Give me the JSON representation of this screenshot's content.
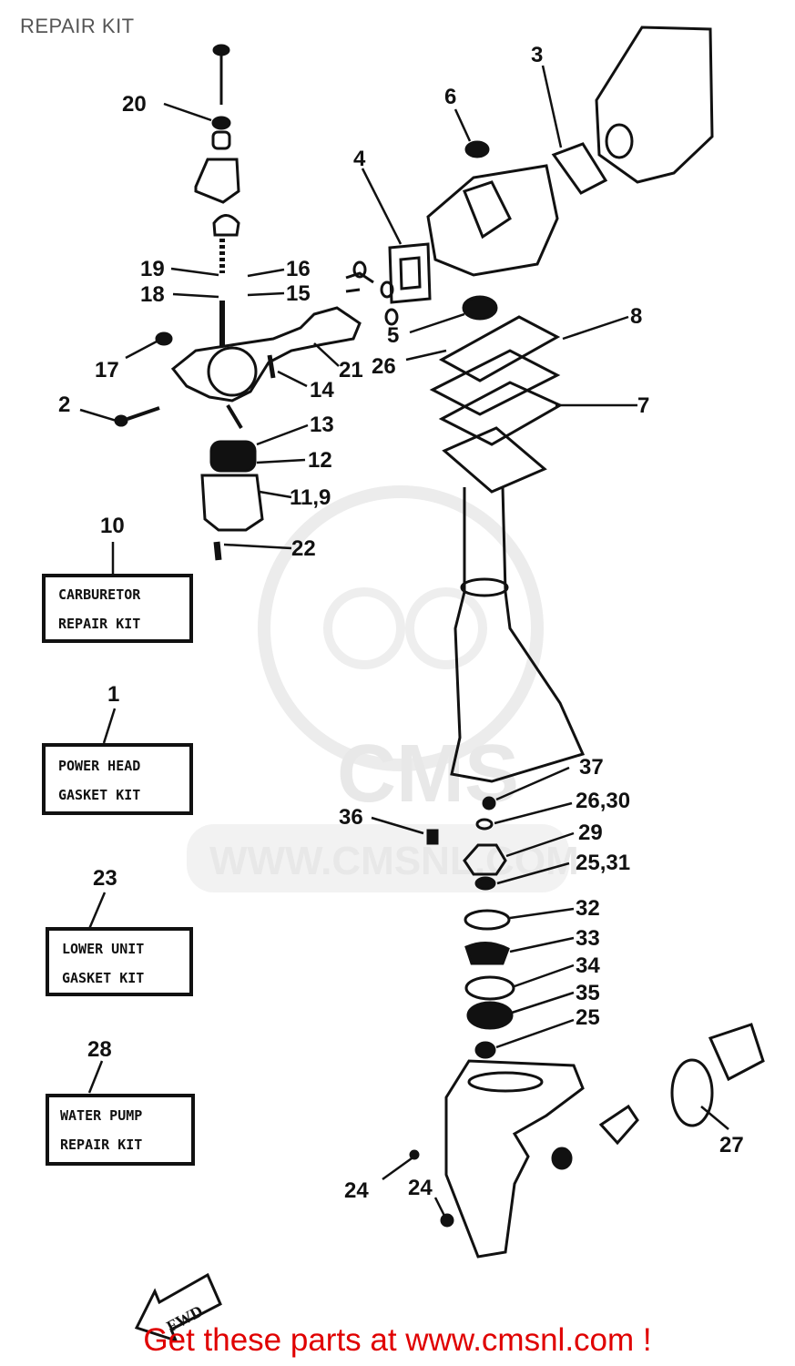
{
  "page": {
    "title": "REPAIR KIT"
  },
  "watermark": {
    "text": "WWW.CMSNL.COM",
    "logo_text": "CMS"
  },
  "callouts": [
    "20",
    "6",
    "3",
    "4",
    "19",
    "16",
    "18",
    "15",
    "8",
    "5",
    "26",
    "17",
    "21",
    "14",
    "7",
    "2",
    "13",
    "12",
    "11,9",
    "22",
    "37",
    "36",
    "26,30",
    "29",
    "25,31",
    "32",
    "33",
    "34",
    "35",
    "25",
    "27",
    "24",
    "24"
  ],
  "kits": [
    {
      "number": "10",
      "line1": "CARBURETOR",
      "line2": "REPAIR KIT"
    },
    {
      "number": "1",
      "line1": "POWER HEAD",
      "line2": "GASKET KIT"
    },
    {
      "number": "23",
      "line1": "LOWER UNIT",
      "line2": "GASKET KIT"
    },
    {
      "number": "28",
      "line1": "WATER PUMP",
      "line2": "REPAIR KIT"
    }
  ],
  "fwd_label": "FWD",
  "footer": {
    "text": "Get these parts at www.cmsnl.com !",
    "color": "#e00000"
  }
}
